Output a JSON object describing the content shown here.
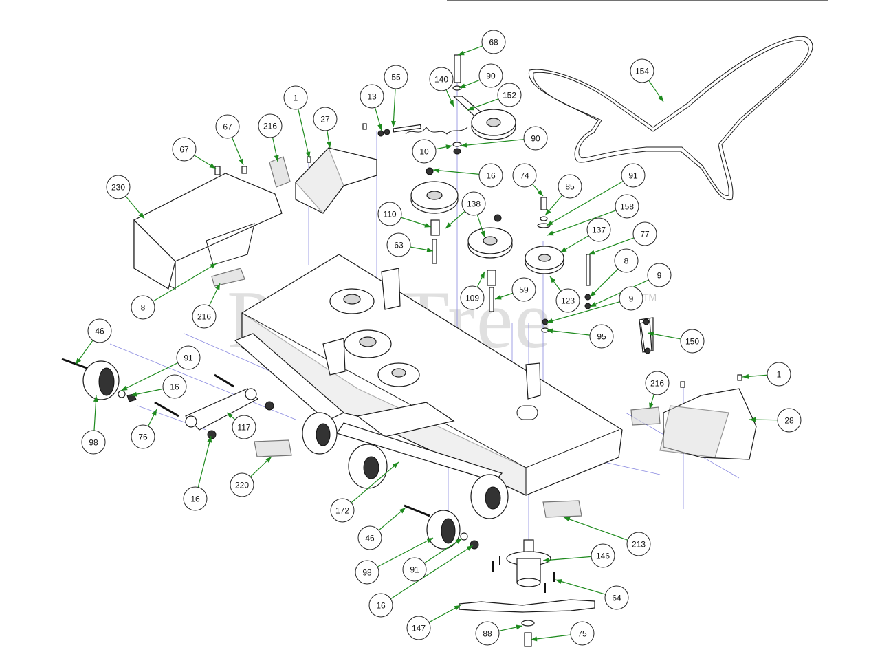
{
  "watermark": {
    "text": "PartsTree",
    "tm": "TM"
  },
  "accent_colors": {
    "leader": "#1e8a1e",
    "axis_lines": "#8a8ae0",
    "watermark": "#c8c8c8"
  },
  "callouts": [
    {
      "label": "1"
    },
    {
      "label": "1"
    },
    {
      "label": "8"
    },
    {
      "label": "8"
    },
    {
      "label": "9"
    },
    {
      "label": "9"
    },
    {
      "label": "10"
    },
    {
      "label": "13"
    },
    {
      "label": "16"
    },
    {
      "label": "16"
    },
    {
      "label": "16"
    },
    {
      "label": "16"
    },
    {
      "label": "27"
    },
    {
      "label": "28"
    },
    {
      "label": "46"
    },
    {
      "label": "46"
    },
    {
      "label": "55"
    },
    {
      "label": "59"
    },
    {
      "label": "63"
    },
    {
      "label": "64"
    },
    {
      "label": "67"
    },
    {
      "label": "67"
    },
    {
      "label": "68"
    },
    {
      "label": "74"
    },
    {
      "label": "75"
    },
    {
      "label": "76"
    },
    {
      "label": "77"
    },
    {
      "label": "85"
    },
    {
      "label": "88"
    },
    {
      "label": "90"
    },
    {
      "label": "90"
    },
    {
      "label": "91"
    },
    {
      "label": "91"
    },
    {
      "label": "91"
    },
    {
      "label": "95"
    },
    {
      "label": "98"
    },
    {
      "label": "98"
    },
    {
      "label": "109"
    },
    {
      "label": "110"
    },
    {
      "label": "117"
    },
    {
      "label": "123"
    },
    {
      "label": "137"
    },
    {
      "label": "138"
    },
    {
      "label": "140"
    },
    {
      "label": "146"
    },
    {
      "label": "147"
    },
    {
      "label": "150"
    },
    {
      "label": "152"
    },
    {
      "label": "154"
    },
    {
      "label": "158"
    },
    {
      "label": "172"
    },
    {
      "label": "213"
    },
    {
      "label": "216"
    },
    {
      "label": "216"
    },
    {
      "label": "216"
    },
    {
      "label": "220"
    },
    {
      "label": "230"
    }
  ]
}
